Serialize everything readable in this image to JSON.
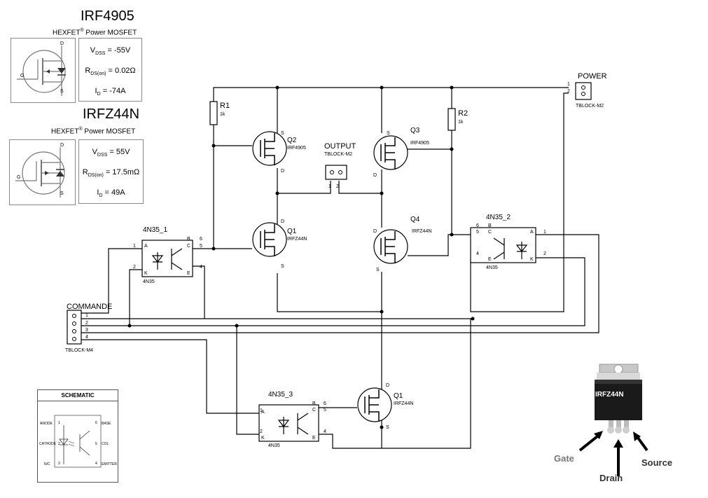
{
  "ds1": {
    "part": "IRF4905",
    "family": "HEXFET",
    "family_suffix": " Power MOSFET",
    "vdss": "V",
    "vdss_sub": "DSS",
    "vdss_val": " = -55V",
    "rds": "R",
    "rds_sub": "DS(on)",
    "rds_val": " = 0.02Ω",
    "id": "I",
    "id_sub": "D",
    "id_val": " = -74A",
    "pin_g": "G",
    "pin_d": "D",
    "pin_s": "S"
  },
  "ds2": {
    "part": "IRFZ44N",
    "family": "HEXFET",
    "family_suffix": " Power MOSFET",
    "vdss": "V",
    "vdss_sub": "DSS",
    "vdss_val": " = 55V",
    "rds": "R",
    "rds_sub": "DS(on)",
    "rds_val": " = 17.5mΩ",
    "id": "I",
    "id_sub": "D",
    "id_val": " = 49A",
    "pin_g": "G",
    "pin_d": "D",
    "pin_s": "S"
  },
  "labels": {
    "power": "POWER",
    "power_part": "TBLOCK-M2",
    "output": "OUTPUT",
    "output_part": "TBLOCK-M2",
    "commande": "COMMANDE",
    "commande_part": "TBLOCK-M4",
    "r1": "R1",
    "r1_val": "1k",
    "r2": "R2",
    "r2_val": "1k",
    "q2": "Q2",
    "q2_part": "IRF4905",
    "q3": "Q3",
    "q3_part": "IRF4905",
    "q1": "Q1",
    "q1_part": "IRFZ44N",
    "q4": "Q4",
    "q4_part": "IRFZ44N",
    "q1b": "Q1",
    "q1b_part": "IRFZ44N",
    "oc1": "4N35_1",
    "oc2": "4N35_2",
    "oc3": "4N35_3",
    "oc_part": "4N35",
    "pin_s": "S",
    "pin_d": "D",
    "oc_a": "A",
    "oc_k": "K",
    "oc_b": "B",
    "oc_c": "C",
    "oc_e": "E",
    "n1": "1",
    "n2": "2",
    "n3": "3",
    "n4": "4",
    "n5": "5",
    "n6": "6"
  },
  "schematic": {
    "title": "SCHEMATIC",
    "anode": "ANODE",
    "cathode": "CATHODE",
    "nc": "N/C",
    "base": "BASE",
    "col": "COL",
    "emitter": "EMITTER",
    "p1": "1",
    "p2": "2",
    "p3": "3",
    "p4": "4",
    "p5": "5",
    "p6": "6"
  },
  "package": {
    "part": "IRFZ44N",
    "gate": "Gate",
    "drain": "Drain",
    "source": "Source"
  }
}
